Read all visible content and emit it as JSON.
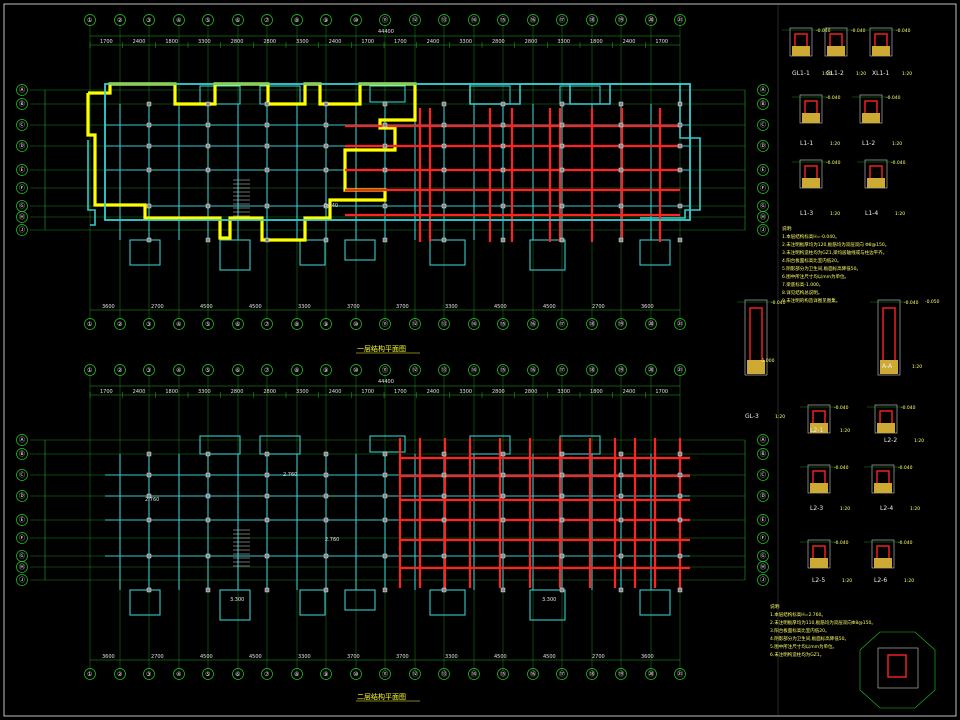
{
  "plans": {
    "top_title": "一层结构平面图",
    "bottom_title": "二层结构平面图",
    "axis_labels": [
      "①",
      "②",
      "③",
      "④",
      "⑤",
      "⑥",
      "⑦",
      "⑧",
      "⑨",
      "⑩",
      "⑪",
      "⑫",
      "⑬",
      "⑭",
      "⑮",
      "⑯",
      "⑰",
      "⑱",
      "⑲",
      "⑳",
      "㉑"
    ],
    "row_labels": [
      "Ⓐ",
      "Ⓑ",
      "Ⓒ",
      "Ⓓ",
      "Ⓔ",
      "Ⓕ",
      "Ⓖ",
      "Ⓗ",
      "Ⓙ"
    ],
    "total_dim": "44400",
    "top_dims": [
      "1700",
      "2400",
      "1800",
      "3300",
      "2800",
      "2800",
      "3300",
      "2400",
      "1700",
      "1700",
      "2400",
      "3300",
      "2800",
      "2800",
      "3300",
      "1800",
      "2400",
      "1700"
    ],
    "bottom_dims": [
      "3600",
      "2700",
      "4500",
      "4500",
      "3300",
      "3700",
      "3700",
      "3300",
      "4500",
      "4500",
      "2700",
      "3600"
    ],
    "elevations": [
      "-0.040",
      "-1.000",
      "2.760",
      "3.300",
      "3.360"
    ]
  },
  "sections": {
    "labels": [
      "GL1-1",
      "GL1-2",
      "XL1-1",
      "L1-1",
      "L1-2",
      "L1-3",
      "L1-4",
      "GL-3",
      "A-A",
      "L2-1",
      "L2-2",
      "L2-3",
      "L2-4",
      "L2-5",
      "L2-6"
    ],
    "scale": "1:20",
    "elev_a": "-0.040",
    "elev_b": "-0.050",
    "elev_c": "-1.000"
  },
  "notes": {
    "top": [
      "说明:",
      "1.本层结构标高H=-0.040。",
      "2.未注明板厚均为120,板筋均为双层双向 Φ8@150。",
      "3.未注明构造柱均为GZ1,梁均居轴线或与柱边平齐。",
      "4.阳台板面标高比室内低20。",
      "5.阴影部分为卫生间,板面标高降低50。",
      "6.图中所注尺寸均以mm为单位。",
      "7.梁底标高-1.000。",
      "8.详见结构总说明。",
      "9.未注明的构造详图见图集。"
    ],
    "bottom": [
      "说明:",
      "1.本层结构标高H=2.760。",
      "2.未注明板厚均为110,板筋均为双层双向Φ8@150。",
      "3.阳台板面标高比室内低20。",
      "4.阴影部分为卫生间,板面标高降低50。",
      "5.图中所注尺寸均以mm为单位。",
      "6.未注明构造柱均为GZ1。"
    ]
  },
  "colors": {
    "background": "#000000",
    "wall": "#33cccc",
    "gridline": "#22aa22",
    "highlight_wall": "#ffff00",
    "rebar": "#ff2222",
    "frame": "#ffffff",
    "column_fill": "#ccaa33",
    "text": "#ffff33"
  }
}
